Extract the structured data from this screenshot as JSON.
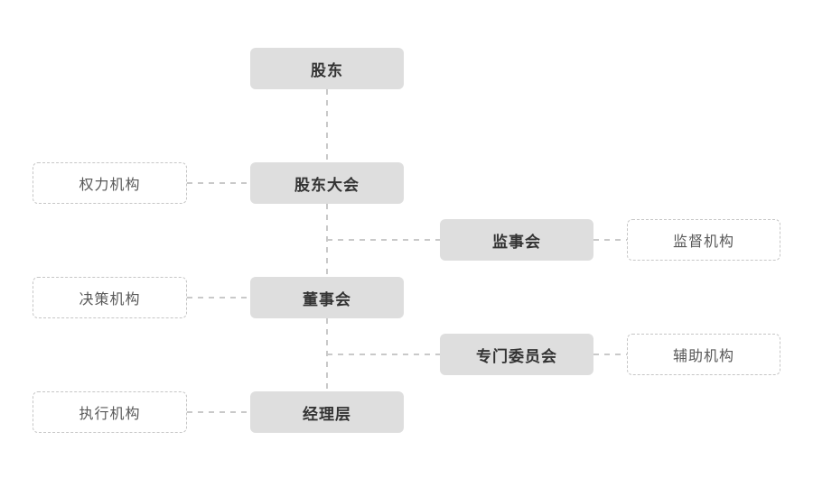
{
  "diagram": {
    "type": "org-chart",
    "nodes": {
      "shareholders": {
        "label": "股东"
      },
      "shareholders_meeting": {
        "label": "股东大会"
      },
      "supervisory_board": {
        "label": "监事会"
      },
      "board_of_directors": {
        "label": "董事会"
      },
      "special_committees": {
        "label": "专门委员会"
      },
      "management": {
        "label": "经理层"
      }
    },
    "annotations": {
      "power_organ": {
        "label": "权力机构"
      },
      "supervision_organ": {
        "label": "监督机构"
      },
      "decision_organ": {
        "label": "决策机构"
      },
      "auxiliary_organ": {
        "label": "辅助机构"
      },
      "executive_organ": {
        "label": "执行机构"
      }
    },
    "edges": [
      {
        "from": "股东",
        "to": "股东大会",
        "style": "dashed"
      },
      {
        "from": "股东大会",
        "to": "董事会",
        "style": "dashed"
      },
      {
        "from": "股东大会-董事会连线",
        "to": "监事会",
        "style": "dashed"
      },
      {
        "from": "监事会",
        "to": "监督机构",
        "style": "dashed"
      },
      {
        "from": "董事会",
        "to": "经理层",
        "style": "dashed"
      },
      {
        "from": "董事会-经理层连线",
        "to": "专门委员会",
        "style": "dashed"
      },
      {
        "from": "专门委员会",
        "to": "辅助机构",
        "style": "dashed"
      },
      {
        "from": "权力机构",
        "to": "股东大会",
        "style": "dashed"
      },
      {
        "from": "决策机构",
        "to": "董事会",
        "style": "dashed"
      },
      {
        "from": "执行机构",
        "to": "经理层",
        "style": "dashed"
      }
    ],
    "colors": {
      "node_fill": "#dedede",
      "node_text": "#333333",
      "annotation_border": "#c6c6c6",
      "annotation_text": "#595959",
      "connector": "#c9c9c9",
      "background": "#ffffff"
    }
  }
}
